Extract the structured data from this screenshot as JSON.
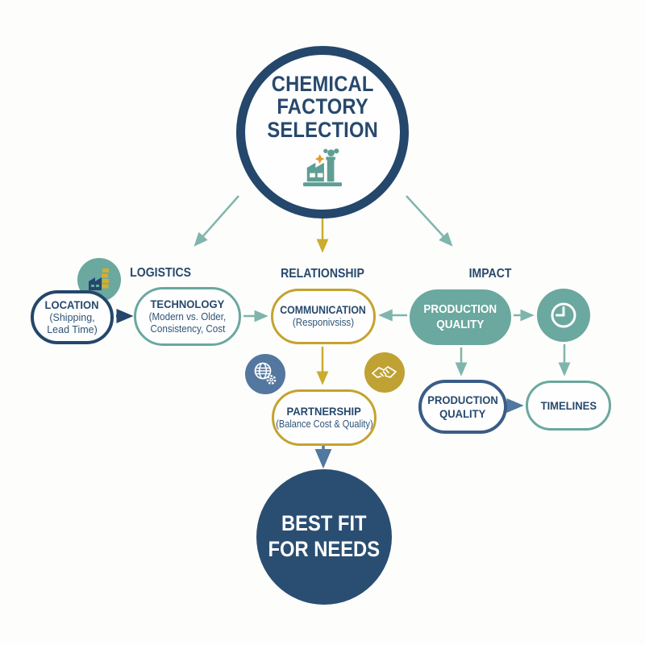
{
  "meta": {
    "diagram_type": "flowchart",
    "background": "#fdfdfb"
  },
  "hub": {
    "line1": "CHEMICAL",
    "line2": "FACTORY",
    "line3": "SELECTION"
  },
  "branch_labels": {
    "logistics": "LOGISTICS",
    "relationship": "RELATIONSHIP",
    "impact": "IMPACT"
  },
  "nodes": {
    "location": {
      "title": "LOCATION",
      "sub1": "(Shipping,",
      "sub2": "Lead Time)"
    },
    "technology": {
      "title": "TECHNOLOGY",
      "sub1": "(Modern vs. Older,",
      "sub2": "Consistency, Cost"
    },
    "communication": {
      "title": "COMMUNICATION",
      "sub": "(Responivsiss)"
    },
    "production_quality_impact": {
      "line1": "PRODUCTION",
      "line2": "QUALITY"
    },
    "partnership": {
      "title": "PARTNERSHIP",
      "sub": "(Balance Cost & Quality)"
    },
    "production_quality_outcome": {
      "line1": "PRODUCTION",
      "line2": "QUALITY"
    },
    "timelines": {
      "title": "TIMELINES"
    },
    "best_fit": {
      "line1": "BEST FIT",
      "line2": "FOR NEEDS"
    }
  },
  "icons": {
    "hub": "factory-icon",
    "logistics": "factory-chimney-icon",
    "partnership_left": "globe-gear-icon",
    "partnership_right": "handshake-icon",
    "impact": "clock-icon"
  },
  "colors": {
    "navy": "#24476b",
    "text_navy": "#27496d",
    "teal_fill": "#6ba89f",
    "teal_border": "#6aa89e",
    "teal_arrow": "#7fb5ad",
    "gold": "#c4a32f",
    "slate": "#5078a0",
    "accent_orange": "#e29a2e",
    "best_fit_fill": "#2a4e71"
  }
}
